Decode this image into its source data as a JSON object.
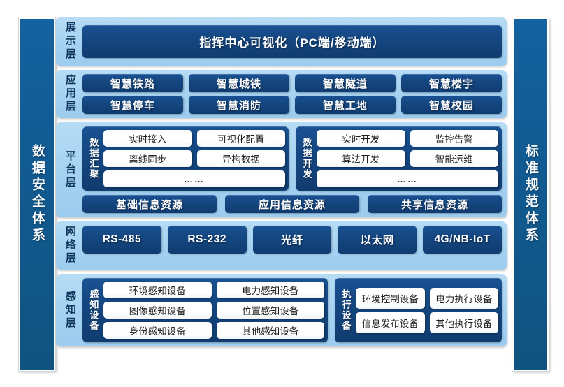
{
  "sidebars": {
    "left": {
      "label": "数据安全体系"
    },
    "right": {
      "label": "标准规范体系"
    }
  },
  "layers": [
    {
      "id": "presentation",
      "label": "展示层",
      "items": [
        "指挥中心可视化（PC端/移动端）"
      ]
    },
    {
      "id": "application",
      "label": "应用层",
      "row1": [
        "智慧铁路",
        "智慧城铁",
        "智慧隧道",
        "智慧楼宇"
      ],
      "row2": [
        "智慧停车",
        "智慧消防",
        "智慧工地",
        "智慧校园"
      ]
    },
    {
      "id": "platform",
      "label": "平台层",
      "groups": [
        {
          "label": "数据汇聚",
          "row1": [
            "实时接入",
            "可视化配置"
          ],
          "row2": [
            "离线同步",
            "异构数据"
          ],
          "row3": "……"
        },
        {
          "label": "数据开发",
          "row1": [
            "实时开发",
            "监控告警"
          ],
          "row2": [
            "算法开发",
            "智能运维"
          ],
          "row3": "……"
        }
      ],
      "resources": [
        "基础信息资源",
        "应用信息资源",
        "共享信息资源"
      ]
    },
    {
      "id": "network",
      "label": "网络层",
      "items": [
        "RS-485",
        "RS-232",
        "光纤",
        "以太网",
        "4G/NB-IoT"
      ]
    },
    {
      "id": "perception",
      "label": "感知层",
      "groups": [
        {
          "label": "感知设备",
          "row1": [
            "环境感知设备",
            "电力感知设备"
          ],
          "row2": [
            "图像感知设备",
            "位置感知设备"
          ],
          "row3": [
            "身份感知设备",
            "其他感知设备"
          ]
        },
        {
          "label": "执行设备",
          "row1": [
            "环境控制设备",
            "电力执行设备"
          ],
          "row2": [
            "信息发布设备",
            "其他执行设备"
          ]
        }
      ]
    }
  ],
  "colors": {
    "panel_light": "#a5d2f1",
    "block_dark": "#14467f",
    "sidebar_blue": "#11598f",
    "chip_white": "#ffffff",
    "label_text": "#11365d",
    "background": "#ffffff"
  }
}
